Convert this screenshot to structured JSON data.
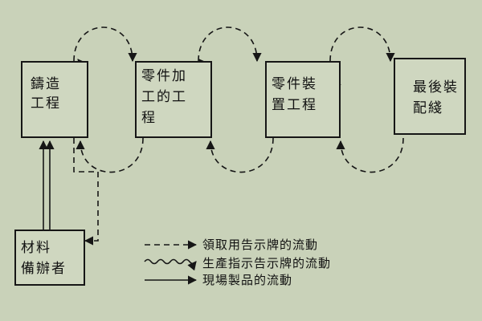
{
  "process_boxes": [
    {
      "label_line1": "鑄造",
      "label_line2": "工程"
    },
    {
      "label_line1": "零件加",
      "label_line2": "工的工",
      "label_line3": "程"
    },
    {
      "label_line1": "零件裝",
      "label_line2": "置工程"
    },
    {
      "label_line1": "最後裝",
      "label_line2": "配綫"
    }
  ],
  "material_box": {
    "label_line1": "材料",
    "label_line2": "備辦者"
  },
  "legend": {
    "dashed": "領取用告示牌的流動",
    "wavy": "生產指示告示牌的流動",
    "solid": "現場製品的流動"
  },
  "colors": {
    "background": "#c9d2b9",
    "ink": "#161616"
  }
}
